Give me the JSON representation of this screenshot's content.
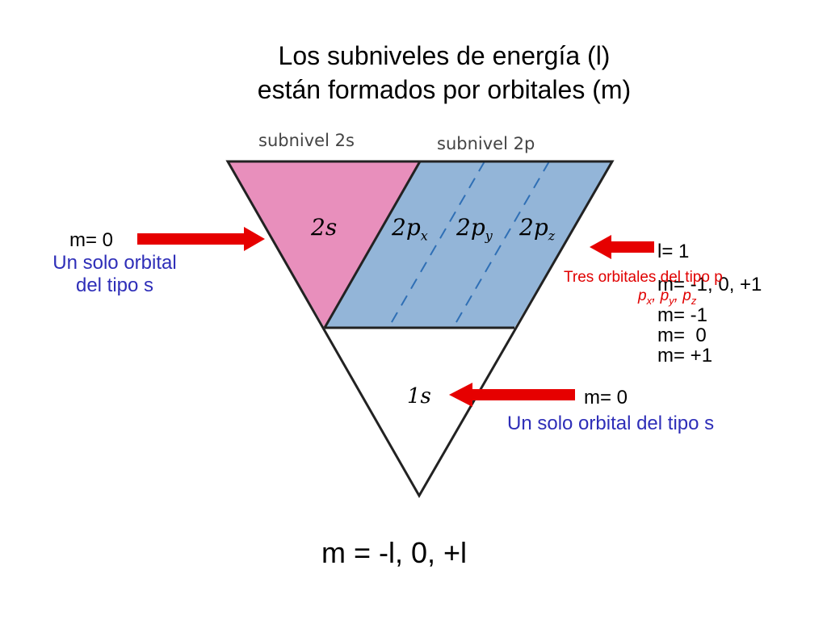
{
  "title": {
    "line1": "Los subniveles de energía (l)",
    "line2": "están formados por orbitales (m)"
  },
  "sublevels": {
    "s2_label": "subnivel 2s",
    "p2_label": "subnivel 2p"
  },
  "orbitals": {
    "s2": "2s",
    "px_base": "2p",
    "px_sub": "x",
    "py_base": "2p",
    "py_sub": "y",
    "pz_base": "2p",
    "pz_sub": "z",
    "s1": "1s"
  },
  "left_annotation": {
    "m_value": "m= 0",
    "line1": "Un solo orbital",
    "line2": "del tipo s"
  },
  "right_p_annotation": {
    "l_value": "l= 1",
    "m_values_line": "m= -1, 0, +1",
    "red_line1": "Tres orbitales del tipo p",
    "red_line2_p1": "p",
    "red_line2_s1": "x",
    "red_line2_p2": "p",
    "red_line2_s2": "y",
    "red_line2_p3": "p",
    "red_line2_s3": "z",
    "m_neg": "m= -1",
    "m_zero": "m=  0",
    "m_pos": "m= +1"
  },
  "right_s_annotation": {
    "m_value": "m= 0",
    "text": "Un solo orbital del tipo s"
  },
  "formula": "m = -l, 0, +l",
  "colors": {
    "s_region": "#e88fbc",
    "p_region": "#93b5d8",
    "arrow": "#e60000",
    "blue_text": "#2e2eb8",
    "red_text": "#e00000"
  }
}
